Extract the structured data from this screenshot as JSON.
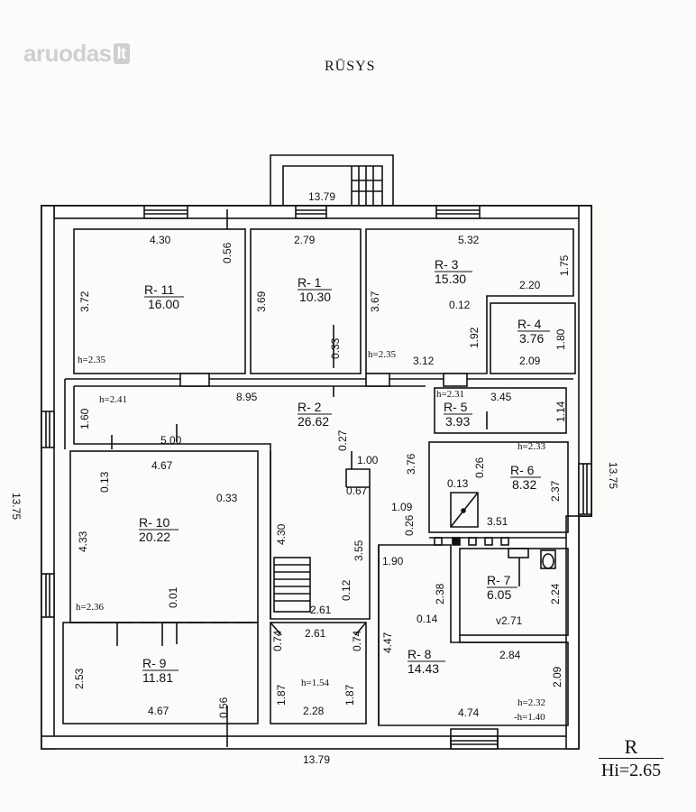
{
  "watermark": {
    "brand": "aruodas",
    "tld": "lt"
  },
  "title": "RŪSYS",
  "legend": {
    "line1": "R",
    "line2": "Hi=2.65"
  },
  "outer_dims": {
    "top": "13.79",
    "bottom": "13.79",
    "left": "13.75",
    "right": "13.75"
  },
  "rooms": [
    {
      "id": "R- 11",
      "area": "16.00"
    },
    {
      "id": "R- 1",
      "area": "10.30"
    },
    {
      "id": "R- 3",
      "area": "15.30"
    },
    {
      "id": "R- 4",
      "area": "3.76"
    },
    {
      "id": "R- 2",
      "area": "26.62"
    },
    {
      "id": "R- 5",
      "area": "3.93"
    },
    {
      "id": "R- 6",
      "area": "8.32"
    },
    {
      "id": "R- 10",
      "area": "20.22"
    },
    {
      "id": "R- 7",
      "area": "6.05"
    },
    {
      "id": "R- 9",
      "area": "11.81"
    },
    {
      "id": "R- 8",
      "area": "14.43"
    }
  ],
  "heights": [
    "h=2.35",
    "h=2.35",
    "h=2.41",
    "h=2.31",
    "h=2.33",
    "h=2.36",
    "h=1.54",
    "v2.71",
    "h=2.32",
    "-h=1.40"
  ],
  "dims": [
    "4.30",
    "0.56",
    "3.72",
    "2.79",
    "3.69",
    "0.33",
    "5.32",
    "1.75",
    "2.20",
    "3.67",
    "0.12",
    "1.92",
    "1.80",
    "2.09",
    "3.12",
    "8.95",
    "3.45",
    "1.14",
    "1.60",
    "5.00",
    "0.27",
    "1.00",
    "3.76",
    "0.26",
    "2.37",
    "4.67",
    "0.13",
    "0.33",
    "0.67",
    "0.13",
    "4.33",
    "4.30",
    "3.55",
    "1.09",
    "3.51",
    "0.26",
    "1.90",
    "2.38",
    "2.24",
    "0.01",
    "0.12",
    "2.61",
    "0.14",
    "2.61",
    "0.74",
    "0.74",
    "2.84",
    "2.53",
    "4.47",
    "2.09",
    "1.87",
    "1.87",
    "4.67",
    "0.56",
    "2.28",
    "4.74"
  ]
}
